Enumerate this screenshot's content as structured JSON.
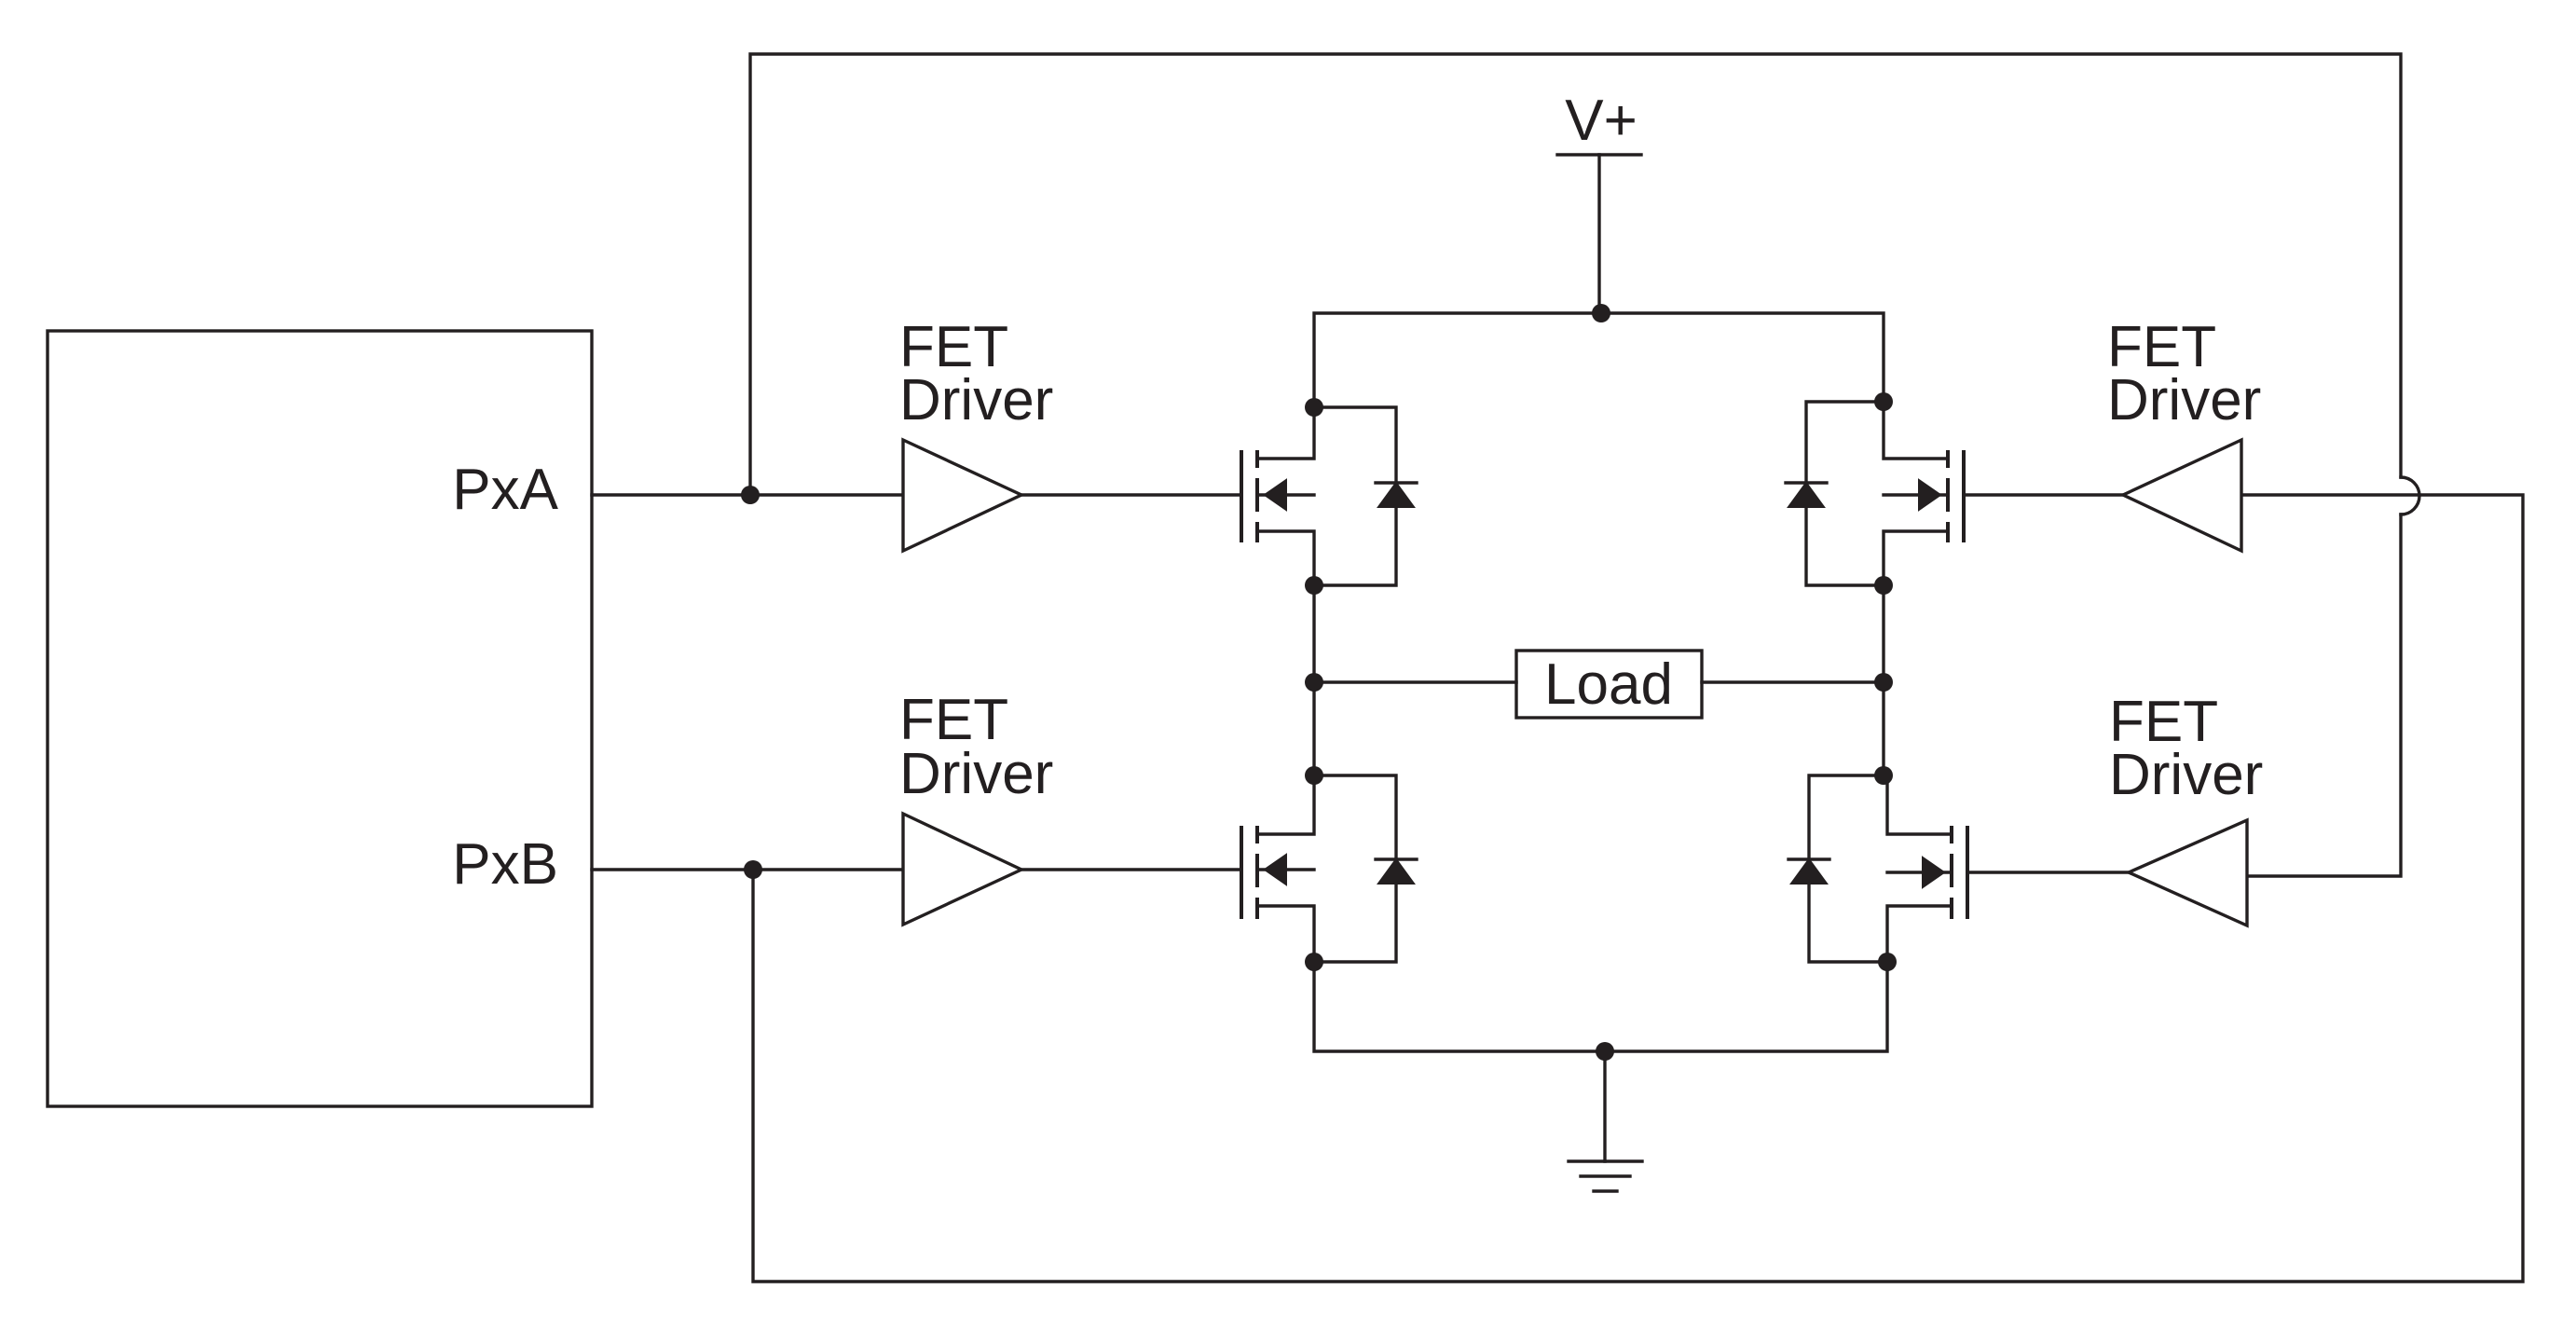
{
  "diagram": {
    "mcu": {
      "pin_a": "PxA",
      "pin_b": "PxB"
    },
    "drivers": {
      "top_left": [
        "FET",
        "Driver"
      ],
      "bottom_left": [
        "FET",
        "Driver"
      ],
      "top_right": [
        "FET",
        "Driver"
      ],
      "bottom_right": [
        "FET",
        "Driver"
      ]
    },
    "supply_label": "V+",
    "load_label": "Load",
    "colors": {
      "ink": "#231f20",
      "background": "#ffffff"
    }
  }
}
